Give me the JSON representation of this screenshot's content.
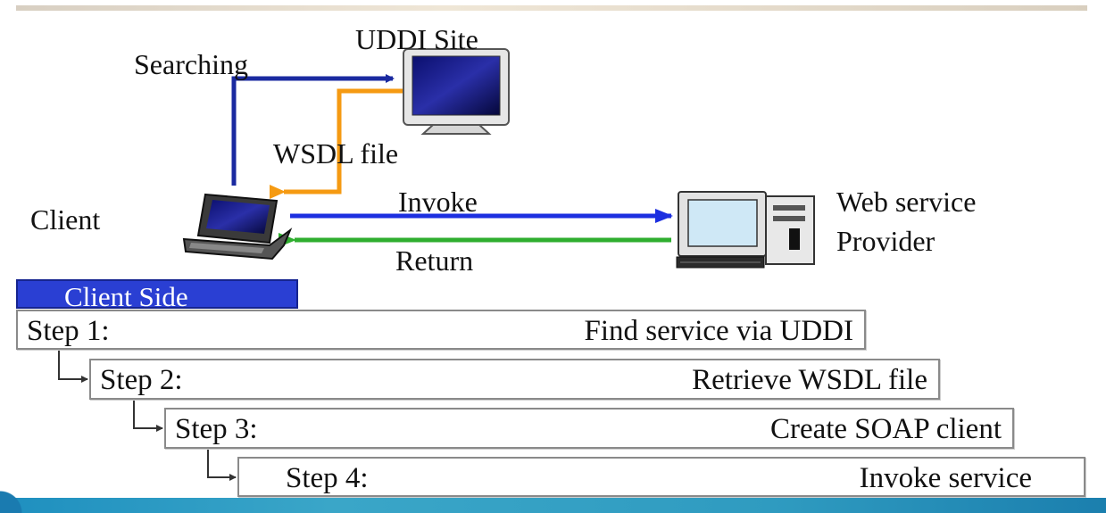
{
  "diagram": {
    "nodes": {
      "uddi_site": "UDDI Site",
      "client": "Client",
      "provider_line1": "Web service",
      "provider_line2": "Provider"
    },
    "edges": {
      "searching": "Searching",
      "wsdl_file": "WSDL file",
      "invoke": "Invoke",
      "return": "Return"
    },
    "colors": {
      "searching": "#1a2aa0",
      "wsdl_file": "#f59a12",
      "invoke": "#1c2fe0",
      "return": "#2fae2f",
      "header_bg": "#2a3fd3"
    }
  },
  "client_side": {
    "header": "Client Side",
    "steps": [
      {
        "label": "Step 1:",
        "action": "Find service via UDDI"
      },
      {
        "label": "Step 2:",
        "action": "Retrieve WSDL file"
      },
      {
        "label": "Step 3:",
        "action": "Create SOAP client"
      },
      {
        "label": "Step 4:",
        "action": "Invoke service"
      }
    ]
  }
}
